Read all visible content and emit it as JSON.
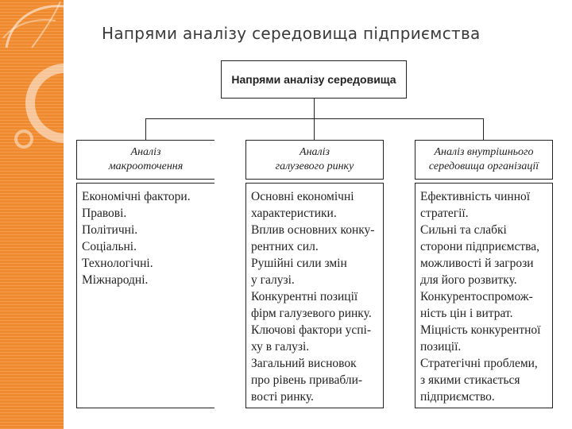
{
  "title": "Напрями аналізу середовища підприємства",
  "top_box": "Напрями аналізу середовища",
  "columns": [
    {
      "head": [
        "Аналіз",
        "макрооточення"
      ],
      "lines": [
        "Економічні фактори.",
        "Правові.",
        "Політичні.",
        "Соціальні.",
        "Технологічні.",
        "Міжнародні."
      ]
    },
    {
      "head": [
        "Аналіз",
        "галузевого ринку"
      ],
      "lines": [
        "Основні економічні",
        "характеристики.",
        "Вплив основних конку-",
        "рентних сил.",
        "Рушійні сили змін",
        "у галузі.",
        "Конкурентні позиції",
        "фірм галузевого ринку.",
        "Ключові фактори успі-",
        "ху в галузі.",
        "Загальний висновок",
        "про рівень привабли-",
        "вості ринку."
      ]
    },
    {
      "head": [
        "Аналіз внутрішнього",
        "середовища організації"
      ],
      "lines": [
        "Ефективність чинної",
        "стратегії.",
        "Сильні та слабкі",
        "сторони підприємства,",
        "можливості й загрози",
        "для його розвитку.",
        "Конкурентоспромож-",
        "ність цін і витрат.",
        "Міцність конкурентної",
        "позиції.",
        "Стратегічні проблеми,",
        "з якими стикається",
        "підприємство."
      ]
    }
  ],
  "colors": {
    "stripe": "#ef8a2e",
    "ink": "#222222"
  }
}
